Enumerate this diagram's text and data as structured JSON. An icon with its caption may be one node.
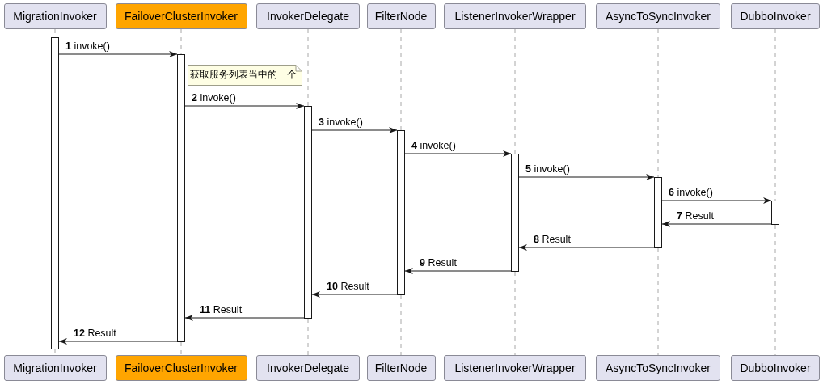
{
  "diagram": {
    "nodes": [
      {
        "text": [
          "MigrationInvoker"
        ]
      },
      {
        "text": [
          "FailoverClusterInvoker"
        ]
      },
      {
        "text": [
          "InvokerDelegate"
        ]
      },
      {
        "text": [
          "FilterNode"
        ]
      },
      {
        "text": [
          "ListenerInvokerWrapper"
        ]
      },
      {
        "text": [
          "AsyncToSyncInvoker"
        ]
      },
      {
        "text": [
          "DubboInvoker"
        ]
      },
      {
        "text": [],
        "shape": "bar"
      },
      {
        "text": [],
        "shape": "bar"
      },
      {
        "text": [],
        "shape": "bar"
      },
      {
        "text": [],
        "shape": "bar"
      },
      {
        "text": [],
        "shape": "bar"
      },
      {
        "text": [],
        "shape": "bar"
      },
      {
        "text": [],
        "shape": "bar"
      },
      {
        "text": [
          "获取服务列表当中的一个"
        ]
      },
      {
        "text": [
          "MigrationInvoker"
        ]
      },
      {
        "text": [
          "FailoverClusterInvoker"
        ]
      },
      {
        "text": [
          "InvokerDelegate"
        ]
      },
      {
        "text": [
          "FilterNode"
        ]
      },
      {
        "text": [
          "ListenerInvokerWrapper"
        ]
      },
      {
        "text": [
          "AsyncToSyncInvoker"
        ]
      },
      {
        "text": [
          "DubboInvoker"
        ]
      }
    ],
    "edges": [
      {
        "from": 7,
        "to": 8,
        "arrow": "to",
        "label": "**1** invoke()",
        "color": "#181818"
      },
      {
        "from": 8,
        "to": 9,
        "arrow": "to",
        "label": "**2** invoke()",
        "color": "#181818"
      },
      {
        "from": 9,
        "to": 10,
        "arrow": "to",
        "label": "**3** invoke()",
        "color": "#181818"
      },
      {
        "from": 10,
        "to": 11,
        "arrow": "to",
        "label": "**4** invoke()",
        "color": "#181818"
      },
      {
        "from": 11,
        "to": 12,
        "arrow": "to",
        "label": "**5** invoke()",
        "color": "#181818"
      },
      {
        "from": 12,
        "to": 13,
        "arrow": "to",
        "label": "**6** invoke()",
        "color": "#181818"
      },
      {
        "from": 13,
        "to": 12,
        "arrow": "to",
        "label": "**7** Result",
        "color": "#181818"
      },
      {
        "from": 12,
        "to": 11,
        "arrow": "to",
        "label": "**8** Result",
        "color": "#181818"
      },
      {
        "from": 11,
        "to": 10,
        "arrow": "to",
        "label": "**9** Result",
        "color": "#181818"
      },
      {
        "from": 10,
        "to": 9,
        "arrow": "to",
        "label": "**10** Result",
        "color": "#181818"
      },
      {
        "from": 9,
        "to": 8,
        "arrow": "to",
        "label": "**11** Result",
        "color": "#181818"
      },
      {
        "from": 8,
        "to": 7,
        "arrow": "to",
        "label": "**12** Result",
        "color": "#181818"
      },
      {
        "from": 0,
        "to": 7,
        "arrow": "none",
        "style": "dashed"
      },
      {
        "from": 7,
        "to": 15,
        "arrow": "none",
        "style": "dashed"
      },
      {
        "from": 1,
        "to": 8,
        "arrow": "none",
        "style": "dashed"
      },
      {
        "from": 8,
        "to": 16,
        "arrow": "none",
        "style": "dashed"
      },
      {
        "from": 2,
        "to": 9,
        "arrow": "none",
        "style": "dashed"
      },
      {
        "from": 9,
        "to": 17,
        "arrow": "none",
        "style": "dashed"
      },
      {
        "from": 3,
        "to": 10,
        "arrow": "none",
        "style": "dashed"
      },
      {
        "from": 10,
        "to": 18,
        "arrow": "none",
        "style": "dashed"
      },
      {
        "from": 4,
        "to": 11,
        "arrow": "none",
        "style": "dashed"
      },
      {
        "from": 11,
        "to": 19,
        "arrow": "none",
        "style": "dashed"
      },
      {
        "from": 5,
        "to": 12,
        "arrow": "none",
        "style": "dashed"
      },
      {
        "from": 12,
        "to": 20,
        "arrow": "none",
        "style": "dashed"
      },
      {
        "from": 6,
        "to": 13,
        "arrow": "none",
        "style": "dashed"
      },
      {
        "from": 13,
        "to": 21,
        "arrow": "none",
        "style": "dashed"
      }
    ]
  }
}
